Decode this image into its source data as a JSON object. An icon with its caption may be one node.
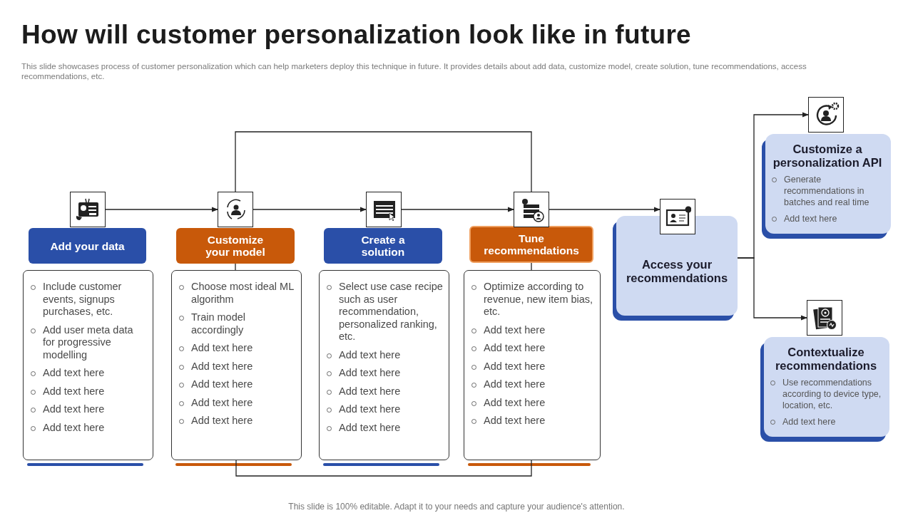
{
  "diagram": {
    "title": "How will customer personalization look like in future",
    "caption": "This slide showcases process of customer personalization which can help marketers deploy this technique in future. It provides details about add data, customize model, create solution, tune recommendations, access recommendations, etc.",
    "nodes": [
      {
        "text": [],
        "shape": "box"
      },
      {
        "text": [
          "Add your data"
        ]
      },
      {
        "text": [
          "Include customer events, signups purchases, etc.",
          "Add user meta data for progressive modelling",
          "Add text here",
          "Add text here",
          "Add text here",
          "Add text here"
        ]
      },
      {
        "text": [],
        "shape": "box"
      },
      {
        "text": [
          "Customize your model"
        ]
      },
      {
        "text": [
          "Choose most ideal ML algorithm",
          "Train model accordingly",
          "Add text here",
          "Add text here",
          "Add text here",
          "Add text here",
          "Add text here"
        ]
      },
      {
        "text": [],
        "shape": "box"
      },
      {
        "text": [
          "Create a solution"
        ]
      },
      {
        "text": [
          "Select use case recipe such as user recommendation, personalized ranking, etc.",
          "Add text here",
          "Add text here",
          "Add text here",
          "Add text here",
          "Add text here"
        ]
      },
      {
        "text": [],
        "shape": "box"
      },
      {
        "text": [
          "Tune recommendations"
        ]
      },
      {
        "text": [
          "Optimize according to revenue, new item bias, etc.",
          "Add text here",
          "Add text here",
          "Add text here",
          "Add text here",
          "Add text here",
          "Add text here"
        ]
      },
      {
        "text": [],
        "shape": "box"
      },
      {
        "text": [
          "Access your recommendations"
        ]
      },
      {
        "text": [],
        "shape": "box"
      },
      {
        "text": [
          "Customize a personalization API",
          "Generate recommendations in batches and real time",
          "Add text here"
        ]
      },
      {
        "text": [],
        "shape": "box"
      },
      {
        "text": [
          "Contextualize recommendations",
          "Use recommendations according to device type, location, etc.",
          "Add text here"
        ]
      }
    ],
    "edges": [
      {
        "from": 0,
        "to": 3,
        "arrow": "to"
      },
      {
        "from": 3,
        "to": 6,
        "arrow": "to"
      },
      {
        "from": 6,
        "to": 9,
        "arrow": "to"
      },
      {
        "from": 9,
        "to": 12,
        "arrow": "to"
      },
      {
        "from": 3,
        "to": 9,
        "arrow": "none"
      },
      {
        "from": 5,
        "to": 11,
        "arrow": "none"
      },
      {
        "from": 4,
        "to": 5,
        "arrow": "none"
      },
      {
        "from": 10,
        "to": 11,
        "arrow": "none"
      },
      {
        "from": 13,
        "to": 14,
        "arrow": "to"
      },
      {
        "from": 13,
        "to": 16,
        "arrow": "to"
      }
    ],
    "labels": [
      "This slide is 100% editable. Adapt it to your needs and capture your audience's attention."
    ]
  }
}
